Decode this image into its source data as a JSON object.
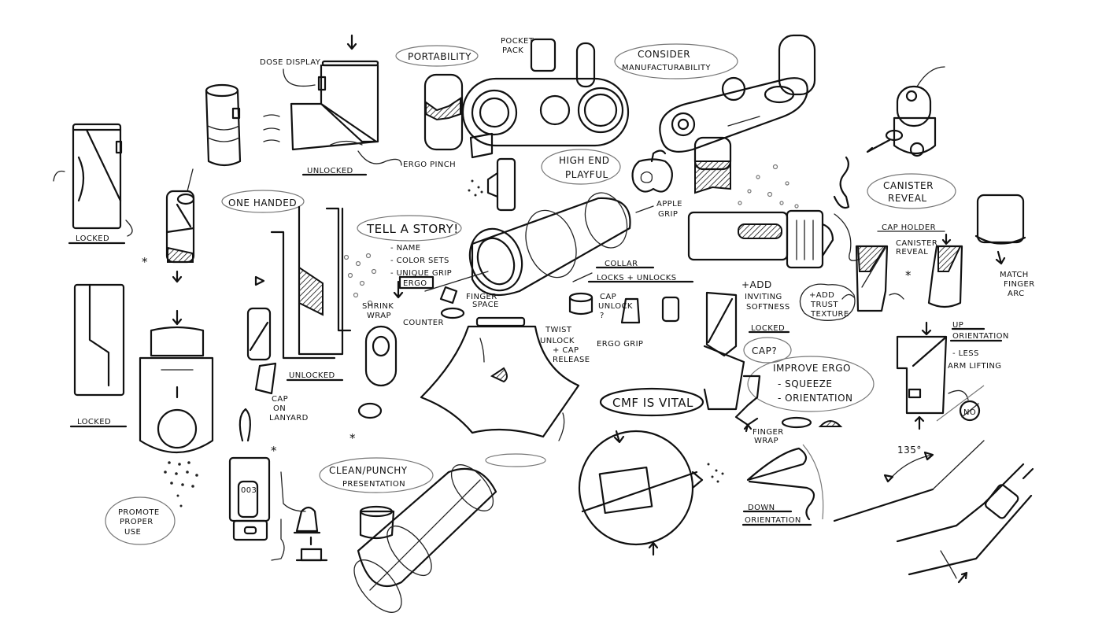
{
  "sheet": {
    "title": "Product design ideation sketches",
    "background": "#ffffff",
    "ink_color": "#111111"
  },
  "callouts": {
    "portability": "PORTABILITY",
    "consider_manufacturability": [
      "CONSIDER",
      "MANUFACTURABILITY"
    ],
    "high_end_playful": [
      "HIGH END",
      "PLAYFUL"
    ],
    "canister_reveal": [
      "CANISTER",
      "REVEAL"
    ],
    "one_handed": "ONE HANDED",
    "tell_a_story": "TELL A STORY!",
    "cmf_is_vital": "CMF IS VITAL",
    "cap": "CAP?",
    "improve_ergo": "IMPROVE ERGO",
    "clean_punchy": [
      "CLEAN/PUNCHY",
      "PRESENTATION"
    ],
    "promote_proper_use": [
      "PROMOTE",
      "PROPER",
      "USE"
    ]
  },
  "story_list": [
    "- NAME",
    "- COLOR SETS",
    "- UNIQUE GRIP",
    "ERGO"
  ],
  "ergo_list": [
    "- SQUEEZE",
    "- ORIENTATION"
  ],
  "annotations": {
    "dose_display": "DOSE DISPLAY",
    "pocket_pack": [
      "POCKET",
      "PACK"
    ],
    "ergo_pinch": "ERGO PINCH",
    "unlocked_top": "UNLOCKED",
    "locked_1": "LOCKED",
    "locked_2": "LOCKED",
    "unlocked_mid": "UNLOCKED",
    "cap_on_lanyard": [
      "CAP",
      "ON",
      "LANYARD"
    ],
    "shrink_wrap": [
      "SHRINK",
      "WRAP"
    ],
    "counter": "COUNTER",
    "finger_space": [
      "FINGER",
      "SPACE"
    ],
    "apple_grip": [
      "APPLE",
      "GRIP"
    ],
    "collar": "COLLAR",
    "locks_unlocks": "LOCKS + UNLOCKS",
    "cap_unlock": [
      "CAP",
      "UNLOCK",
      "?"
    ],
    "ergo_grip": "ERGO GRIP",
    "twist_unlock": [
      "TWIST",
      "UNLOCK",
      "+ CAP",
      "RELEASE"
    ],
    "add_inviting_softness": [
      "+ADD",
      "INVITING",
      "SOFTNESS"
    ],
    "add_trust_texture": [
      "+ADD",
      "TRUST",
      "TEXTURE"
    ],
    "locked_right": "LOCKED",
    "cap_holder": "CAP HOLDER",
    "canister_reveal_small": [
      "CANISTER",
      "REVEAL"
    ],
    "match_finger_arc": [
      "MATCH",
      "FINGER",
      "ARC"
    ],
    "up_orientation": [
      "UP",
      "ORIENTATION"
    ],
    "less_arm_lifting": [
      "- LESS",
      "ARM LIFTING"
    ],
    "finger_wrap": [
      "FINGER",
      "WRAP"
    ],
    "down_orientation": [
      "DOWN",
      "ORIENTATION"
    ],
    "angle": "135°",
    "no": "NO",
    "device_display": "003"
  }
}
